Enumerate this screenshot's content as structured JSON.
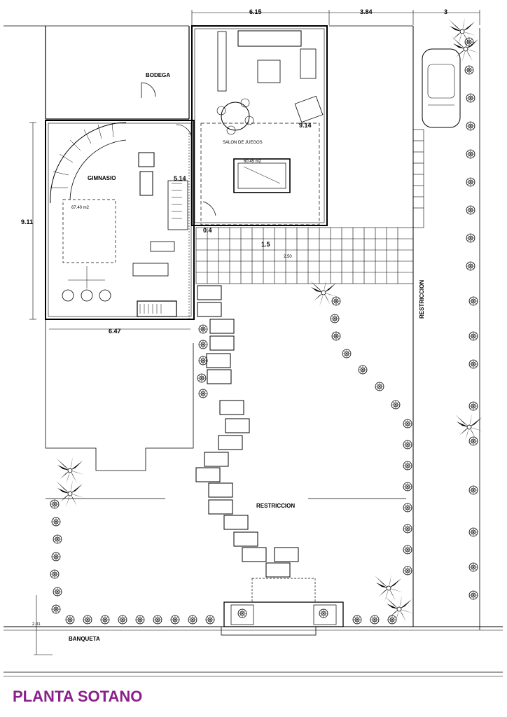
{
  "title": "PLANTA SOTANO",
  "colors": {
    "title": "#8b1f8b",
    "lines": "#000000"
  },
  "dimensions": {
    "top_1": "6.15",
    "top_2": "3.84",
    "top_3": "3",
    "left": "9.11",
    "gym_inner": "5.14",
    "gym_bottom": "6.47",
    "juegos_side": "9.14",
    "terrace_a": "0.4",
    "terrace_b": "1.5",
    "terrace_c": "2.50",
    "front": "2.01"
  },
  "rooms": {
    "bodega": "BODEGA",
    "gimnasio": "GIMNASIO",
    "gym_area": "67.40 m2",
    "salon": "SALON DE JUEGOS",
    "salon_area": "60.45 m2"
  },
  "labels": {
    "restriccion_center": "RESTRICCION",
    "restriccion_right": "RESTRICCION",
    "banqueta": "BANQUETA"
  }
}
